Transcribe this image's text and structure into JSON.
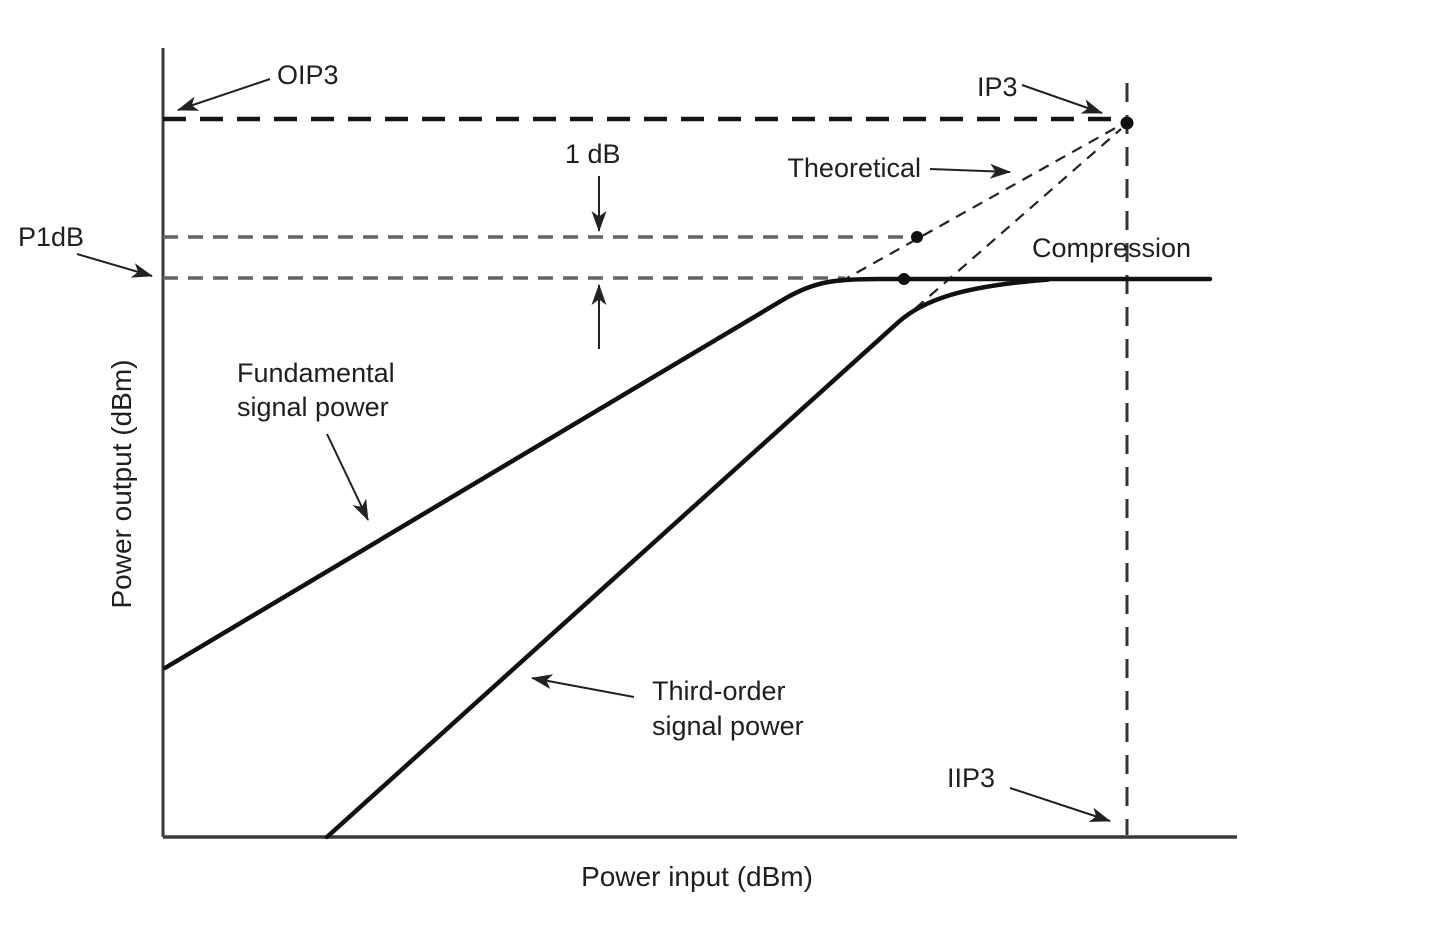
{
  "diagram": {
    "type": "conceptual-line-diagram",
    "subject": "Amplifier gain compression and third-order intercept point",
    "axes": {
      "x_label": "Power input (dBm)",
      "y_label": "Power output (dBm)"
    },
    "annotations": {
      "oip3": "OIP3",
      "ip3": "IP3",
      "one_db": "1 dB",
      "theoretical": "Theoretical",
      "p1db": "P1dB",
      "compression": "Compression",
      "iip3": "IIP3"
    },
    "curves": {
      "fundamental": {
        "label_line1": "Fundamental",
        "label_line2": "signal power"
      },
      "third_order": {
        "label_line1": "Third-order",
        "label_line2": "signal power"
      }
    },
    "markers": {
      "ip3_point": "intersection of theoretical extensions (IP3)",
      "one_db_theoretical_point": "theoretical response 1 dB above compression",
      "compression_point": "1 dB compression point on fundamental curve"
    },
    "colors": {
      "ink": "#111111",
      "text": "#1f1f1f",
      "gray_dash": "#636363",
      "background": "#ffffff"
    }
  }
}
